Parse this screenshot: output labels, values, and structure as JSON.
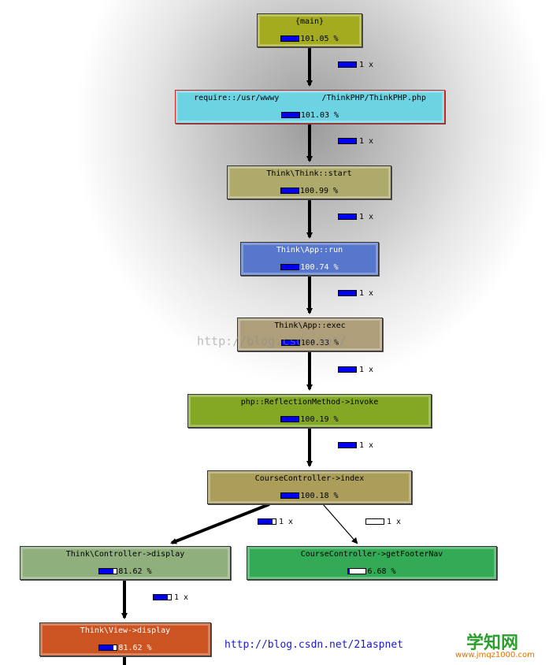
{
  "nodes": [
    {
      "id": "main",
      "title": "{main}",
      "percent": "101.05 %",
      "fill": 1.0,
      "color": "#a4ab1e",
      "text": "dark"
    },
    {
      "id": "require",
      "title": "require::/usr/wwwy",
      "title_tail": "/ThinkPHP/ThinkPHP.php",
      "percent": "101.03 %",
      "fill": 1.0,
      "color": "#6cd3e3",
      "text": "dark"
    },
    {
      "id": "think_start",
      "title": "Think\\Think::start",
      "percent": "100.99 %",
      "fill": 1.0,
      "color": "#adaa6c",
      "text": "dark"
    },
    {
      "id": "app_run",
      "title": "Think\\App::run",
      "percent": "100.74 %",
      "fill": 1.0,
      "color": "#5677cc",
      "text": "light"
    },
    {
      "id": "app_exec",
      "title": "Think\\App::exec",
      "percent": "100.33 %",
      "fill": 1.0,
      "color": "#ae9e7a",
      "text": "dark"
    },
    {
      "id": "invoke",
      "title": "php::ReflectionMethod->invoke",
      "percent": "100.19 %",
      "fill": 1.0,
      "color": "#83a823",
      "text": "dark"
    },
    {
      "id": "course_index",
      "title": "CourseController->index",
      "percent": "100.18 %",
      "fill": 1.0,
      "color": "#ab9d5a",
      "text": "dark"
    },
    {
      "id": "ctrl_display",
      "title": "Think\\Controller->display",
      "percent": "81.62 %",
      "fill": 0.82,
      "color": "#8faf7d",
      "text": "dark"
    },
    {
      "id": "footer_nav",
      "title": "CourseController->getFooterNav",
      "percent": "6.68 %",
      "fill": 0.07,
      "color": "#33aa55",
      "text": "dark"
    },
    {
      "id": "view_display",
      "title": "Think\\View->display",
      "percent": "81.62 %",
      "fill": 0.82,
      "color": "#cc5422",
      "text": "light"
    }
  ],
  "edges": [
    {
      "id": "e1",
      "label": "1 x",
      "fill": 1.0
    },
    {
      "id": "e2",
      "label": "1 x",
      "fill": 1.0
    },
    {
      "id": "e3",
      "label": "1 x",
      "fill": 1.0
    },
    {
      "id": "e4",
      "label": "1 x",
      "fill": 1.0
    },
    {
      "id": "e5",
      "label": "1 x",
      "fill": 1.0
    },
    {
      "id": "e6",
      "label": "1 x",
      "fill": 1.0
    },
    {
      "id": "e7",
      "label": "1 x",
      "fill": 0.82
    },
    {
      "id": "e8",
      "label": "1 x",
      "fill": 0.0
    },
    {
      "id": "e9",
      "label": "1 x",
      "fill": 0.82
    }
  ],
  "watermarks": {
    "faint": "http://blog.csdn.net/",
    "footer_url": "http://blog.csdn.net/21aspnet"
  },
  "logo": {
    "name": "学知网",
    "url": "www.jmqz1000.com"
  }
}
